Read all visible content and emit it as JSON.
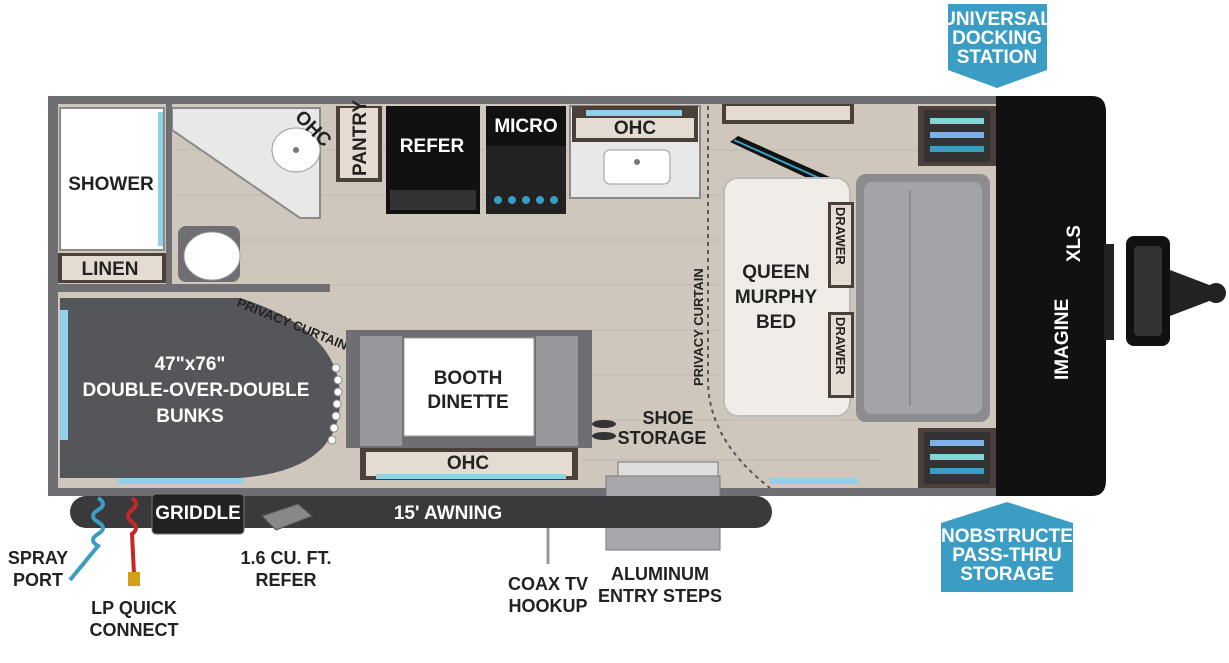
{
  "badges": {
    "docking": [
      "UNIVERSAL",
      "DOCKING",
      "STATION"
    ],
    "storage": [
      "UNOBSTRUCTED",
      "PASS-THRU",
      "STORAGE"
    ]
  },
  "rooms": {
    "shower": "SHOWER",
    "linen": "LINEN",
    "ohc_bath": "OHC",
    "pantry": "PANTRY",
    "refer": "REFER",
    "micro": "MICRO",
    "ohc_kitchen": "OHC",
    "bunks": [
      "47\"x76\"",
      "DOUBLE-OVER-DOUBLE",
      "BUNKS"
    ],
    "privacy_curtains": "PRIVACY CURTAINS",
    "dinette": [
      "BOOTH",
      "DINETTE"
    ],
    "ohc_dinette": "OHC",
    "shoe_storage": [
      "SHOE",
      "STORAGE"
    ],
    "privacy_curtain": "PRIVACY CURTAIN",
    "bed": [
      "QUEEN",
      "MURPHY",
      "BED"
    ],
    "drawer_top": "DRAWER",
    "drawer_bottom": "DRAWER",
    "brand": "IMAGINE",
    "brand_sub": "XLS"
  },
  "exterior": {
    "griddle": "GRIDDLE",
    "awning": "15' AWNING"
  },
  "callouts": {
    "spray_port": [
      "SPRAY",
      "PORT"
    ],
    "lp_quick_connect": [
      "LP QUICK",
      "CONNECT"
    ],
    "refer_ext": [
      "1.6 CU. FT.",
      "REFER"
    ],
    "coax": [
      "COAX TV",
      "HOOKUP"
    ],
    "steps": [
      "ALUMINUM",
      "ENTRY STEPS"
    ]
  },
  "colors": {
    "badge": "#3b9cc4",
    "wall": "#6f6f73",
    "floor": "#cfc7bc",
    "cabinet": "#4a4039",
    "bunk": "#55565a",
    "front_cap": "#111111"
  }
}
